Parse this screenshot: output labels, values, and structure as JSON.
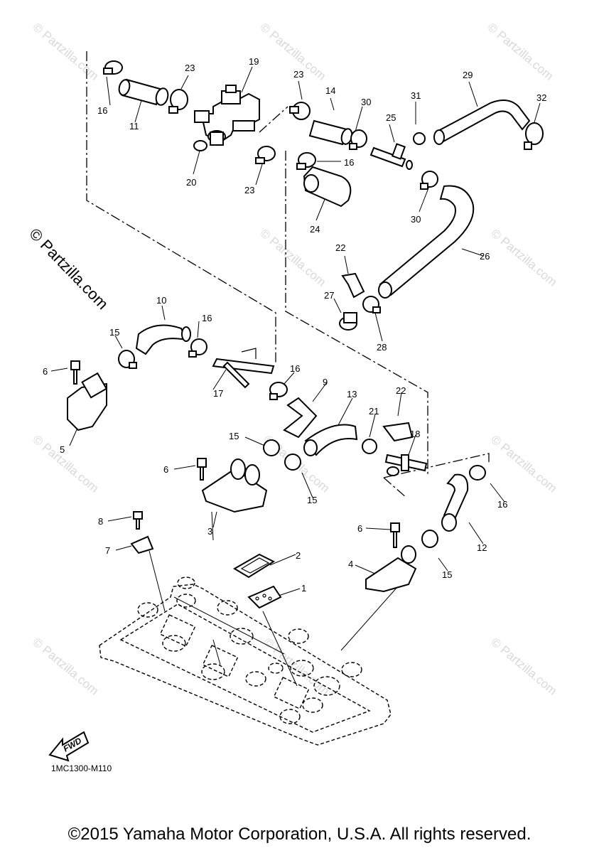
{
  "watermark": {
    "small": "© Partzilla.com",
    "large": "© Partzilla.com"
  },
  "fwd_label": "FWD",
  "diagram_ref": "1MC1300-M110",
  "copyright": "©2015 Yamaha Motor Corporation, U.S.A. All rights reserved.",
  "callouts": {
    "c1": "1",
    "c2": "2",
    "c3": "3",
    "c4": "4",
    "c5": "5",
    "c6a": "6",
    "c6b": "6",
    "c6c": "6",
    "c7": "7",
    "c8": "8",
    "c9": "9",
    "c10": "10",
    "c11": "11",
    "c12": "12",
    "c13": "13",
    "c14": "14",
    "c15a": "15",
    "c15b": "15",
    "c15c": "15",
    "c15d": "15",
    "c16a": "16",
    "c16b": "16",
    "c16c": "16",
    "c16d": "16",
    "c16e": "16",
    "c17": "17",
    "c18": "18",
    "c19": "19",
    "c20": "20",
    "c21": "21",
    "c22a": "22",
    "c22b": "22",
    "c23a": "23",
    "c23b": "23",
    "c23c": "23",
    "c24": "24",
    "c25": "25",
    "c26": "26",
    "c27": "27",
    "c28": "28",
    "c29": "29",
    "c30a": "30",
    "c30b": "30",
    "c31": "31",
    "c32": "32"
  }
}
